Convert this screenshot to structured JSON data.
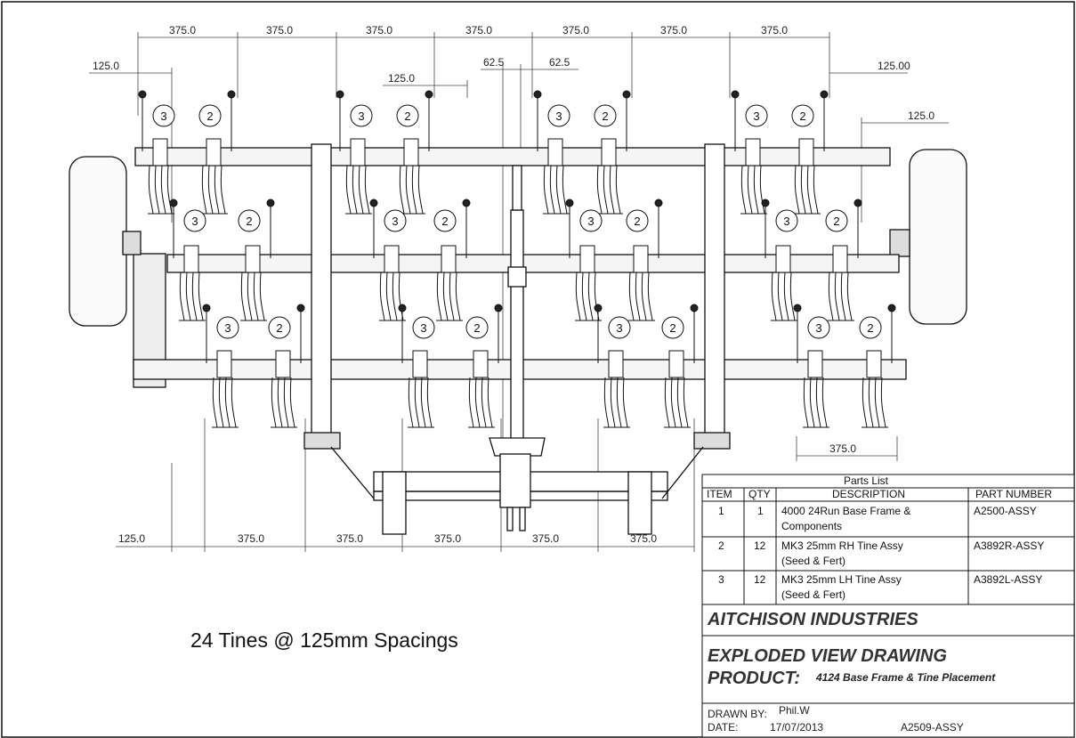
{
  "top_dimensions": [
    "375.0",
    "375.0",
    "375.0",
    "375.0",
    "375.0",
    "375.0",
    "375.0"
  ],
  "side_dimensions": {
    "top_left": "125.0",
    "inner_left": "125.0",
    "center_left": "62.5",
    "center_right": "62.5",
    "top_right": "125.00",
    "right_offset": "125.0",
    "lower_right": "375.0"
  },
  "bottom_dimensions": [
    "125.0",
    "375.0",
    "375.0",
    "375.0",
    "375.0",
    "375.0"
  ],
  "balloons": {
    "row1": [
      "3",
      "2",
      "3",
      "2",
      "3",
      "2",
      "3",
      "2"
    ],
    "row2": [
      "3",
      "2",
      "3",
      "2",
      "3",
      "2",
      "3",
      "2"
    ],
    "row3": [
      "3",
      "2",
      "3",
      "2",
      "3",
      "2",
      "3",
      "2"
    ]
  },
  "caption": "24 Tines @ 125mm Spacings",
  "parts_list": {
    "title": "Parts List",
    "headers": [
      "ITEM",
      "QTY",
      "DESCRIPTION",
      "PART NUMBER"
    ],
    "rows": [
      {
        "item": "1",
        "qty": "1",
        "desc1": "4000 24Run Base Frame &",
        "desc2": "Components",
        "part": "A2500-ASSY"
      },
      {
        "item": "2",
        "qty": "12",
        "desc1": "MK3 25mm RH Tine Assy",
        "desc2": "(Seed & Fert)",
        "part": "A3892R-ASSY"
      },
      {
        "item": "3",
        "qty": "12",
        "desc1": "MK3 25mm LH Tine Assy",
        "desc2": "(Seed & Fert)",
        "part": "A3892L-ASSY"
      }
    ]
  },
  "title_block": {
    "company": "AITCHISON INDUSTRIES",
    "drawing_type": "EXPLODED VIEW DRAWING",
    "product_label": "PRODUCT:",
    "product_value": "4124 Base Frame & Tine Placement",
    "drawn_by_label": "DRAWN BY:",
    "drawn_by_value": "Phil.W",
    "date_label": "DATE:",
    "date_value": "17/07/2013",
    "drawing_number": "A2509-ASSY"
  },
  "colors": {
    "line": "#111111",
    "dim_line": "#444444",
    "paper": "#ffffff"
  }
}
